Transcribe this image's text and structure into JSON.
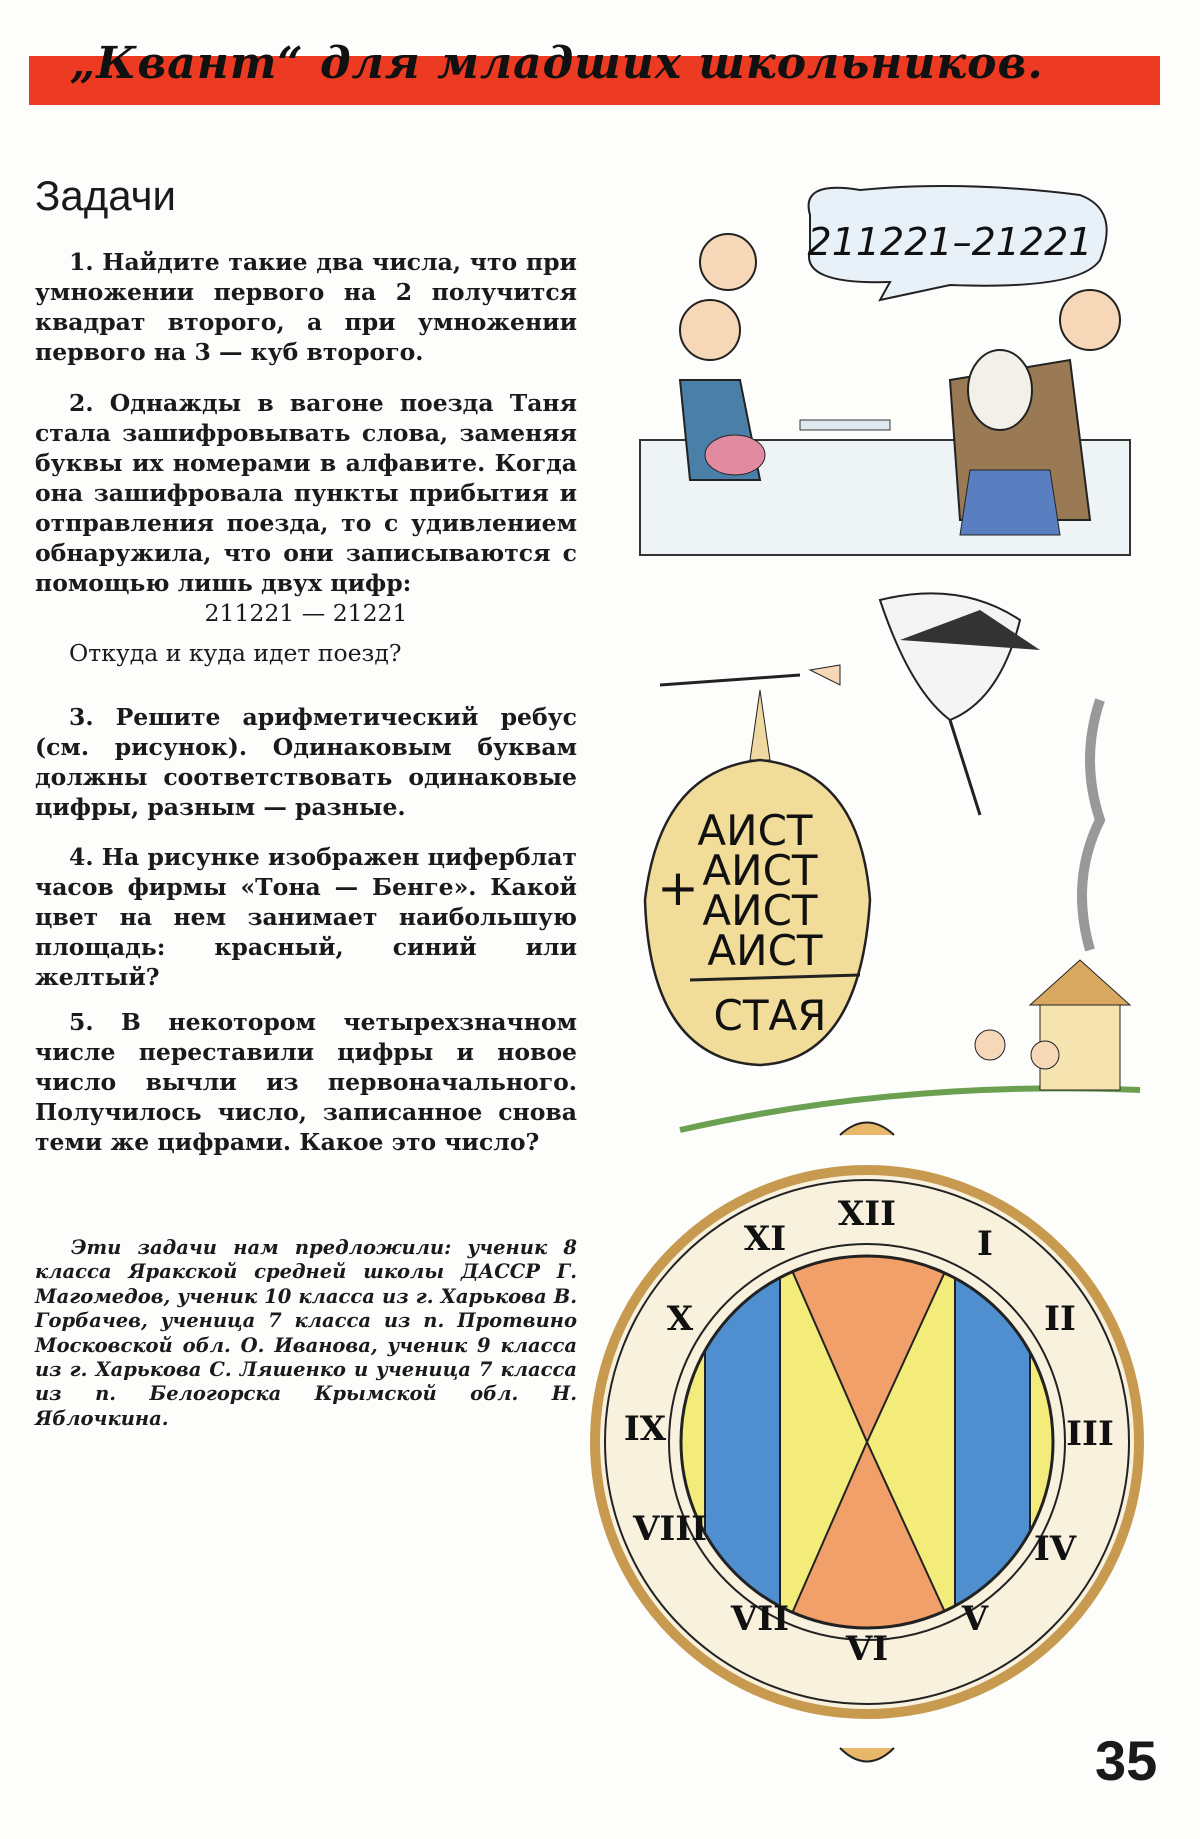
{
  "header": {
    "title": "„Квант“ для младших школьников."
  },
  "section_title": "Задачи",
  "problems": [
    {
      "text": "1. Найдите такие два числа, что при умножении первого на 2 получится квадрат второго, а при умножении первого на 3 — куб второго."
    },
    {
      "text": "2. Однажды в вагоне поезда Таня стала зашифровывать слова, заменяя буквы их номерами в алфавите. Когда она зашифровала пункты прибытия и отправления поезда, то с удивлением обнаружила, что они записываются с помощью лишь двух цифр:",
      "formula": "211221 — 21221",
      "question": "Откуда и куда идет поезд?"
    },
    {
      "text": "3. Решите арифметический ребус (см. рисунок). Одинаковым буквам должны соответствовать одинаковые цифры, разным — разные."
    },
    {
      "text": "4. На рисунке изображен циферблат часов фирмы «Тона — Бенге». Какой цвет на нем занимает наибольшую площадь: красный, синий или желтый?"
    },
    {
      "text": "5. В некотором четырехзначном числе переставили цифры и новое число вычли из первоначального. Получилось число, записанное снова теми же цифрами. Какое это число?"
    }
  ],
  "footnote": "Эти задачи нам предложили: ученик 8 класса Яракской средней школы ДАССР Г. Магомедов, ученик 10 класса из г. Харькова В. Горбачев, ученица 7 класса из п. Протвино Московской обл. О. Иванова, ученик 9 класса из г. Харькова С. Ляшенко и ученица 7 класса из п. Белогорска Крымской обл. Н. Яблочкина.",
  "illustrations": {
    "speech_bubble": "211221–21221",
    "rebus": {
      "rows": [
        "АИСТ",
        "АИСТ",
        "АИСТ",
        "АИСТ"
      ],
      "plus": "+",
      "result": "СТАЯ"
    },
    "clock_numerals": [
      "XII",
      "I",
      "II",
      "III",
      "IV",
      "V",
      "VI",
      "VII",
      "VIII",
      "IX",
      "X",
      "XI"
    ]
  },
  "page_number": "35",
  "colors": {
    "band": "#ec3b22",
    "blue": "#4f8fd0",
    "yellow": "#f4ec7a",
    "orange": "#f0a068",
    "cream": "#f8f1de"
  }
}
